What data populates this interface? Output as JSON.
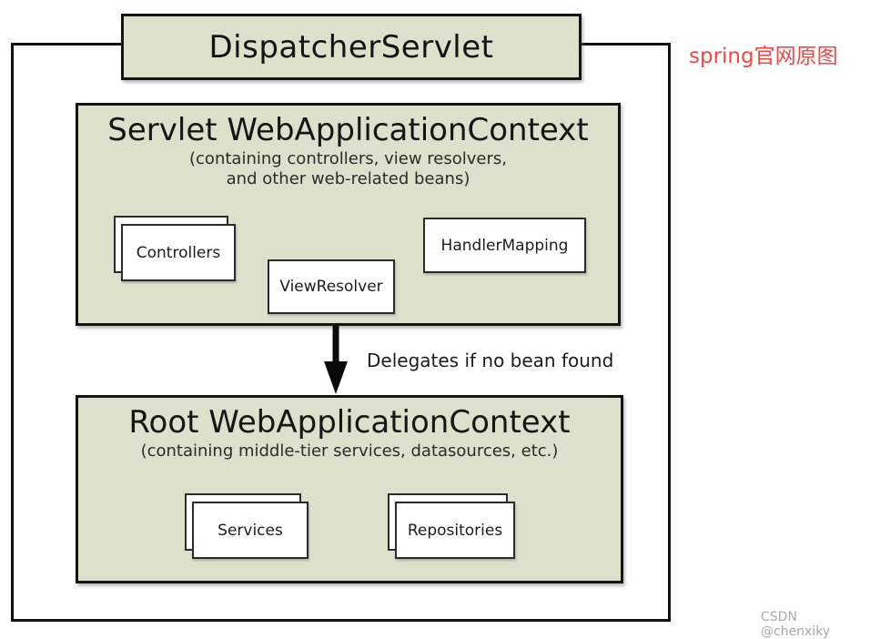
{
  "annotation": {
    "text": "spring官网原图",
    "color": "#fb4343"
  },
  "watermark": {
    "text": "CSDN @chenxiky"
  },
  "colors": {
    "box_fill": "#dce1cb",
    "border": "#141414",
    "annotation_red": "#fb4343",
    "watermark_gray": "#a9a9a9"
  },
  "diagram": {
    "dispatcher": {
      "title": "DispatcherServlet"
    },
    "servlet_context": {
      "title": "Servlet WebApplicationContext",
      "subtitle_line1": "(containing controllers, view resolvers,",
      "subtitle_line2": "and other web-related beans)",
      "components": {
        "controllers": {
          "label": "Controllers",
          "stacked": true
        },
        "view_resolver": {
          "label": "ViewResolver",
          "stacked": false
        },
        "handler_mapping": {
          "label": "HandlerMapping",
          "stacked": false
        }
      }
    },
    "arrow": {
      "label": "Delegates if no bean found"
    },
    "root_context": {
      "title": "Root WebApplicationContext",
      "subtitle": "(containing middle-tier services, datasources, etc.)",
      "components": {
        "services": {
          "label": "Services",
          "stacked": true
        },
        "repositories": {
          "label": "Repositories",
          "stacked": true
        }
      }
    }
  }
}
